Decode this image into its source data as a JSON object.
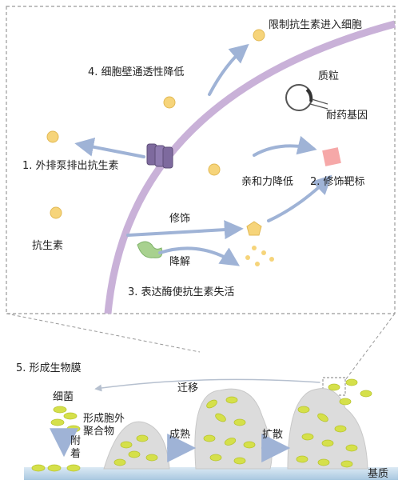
{
  "labels": {
    "restrict_entry": "限制抗生素进入细胞",
    "permeability": "4. 细胞壁通透性降低",
    "plasmid": "质粒",
    "resistance_gene": "耐药基因",
    "efflux": "1. 外排泵排出抗生素",
    "affinity": "亲和力降低",
    "target": "2. 修饰靶标",
    "modify": "修饰",
    "antibiotic": "抗生素",
    "degrade": "降解",
    "enzyme": "3. 表达酶使抗生素失活",
    "biofilm": "5. 形成生物膜",
    "bacteria": "细菌",
    "migrate": "迁移",
    "eps": "形成胞外\n聚合物",
    "adhere": "附\n着",
    "mature": "成熟",
    "spread": "扩散",
    "substrate": "基质"
  },
  "colors": {
    "membrane": "#c9b1d8",
    "antibiotic": "#f6d47a",
    "bacterium": "#d5e04a",
    "arrow": "#9fb3d6",
    "target": "#f6a8a8",
    "enzyme": "#a8d18f",
    "biofilm": "#d9d9d9",
    "substrate": "#b8d4e8"
  }
}
